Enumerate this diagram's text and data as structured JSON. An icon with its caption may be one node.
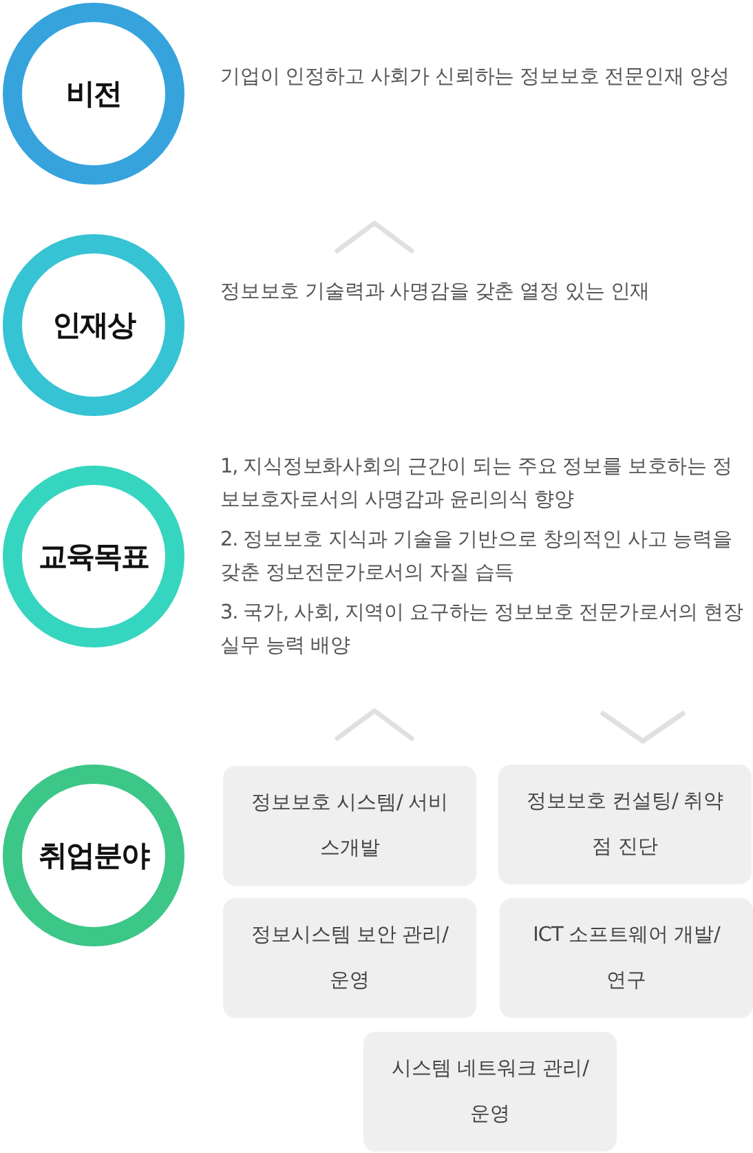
{
  "diagram": {
    "nodes": [
      {
        "text": [
          "비전"
        ],
        "beside": [
          "기업이 인정하고 사회가 신뢰하는 정보보호 전문인재 양성"
        ]
      },
      {
        "text": [
          "인재상"
        ],
        "beside": [
          "정보보호 기술력과 사명감을 갖춘 열정 있는 인재"
        ]
      },
      {
        "text": [
          "교육목표"
        ],
        "beside": [
          "1, 지식정보화사회의 근간이 되는 주요 정보를 보호하는 정보보호자로서의 사명감과 윤리의식 향양",
          "2. 정보보호 지식과 기술을 기반으로 창의적인 사고 능력을 갖춘 정보전문가로서의 자질 습득",
          "3. 국가, 사회, 지역이 요구하는 정보보호 전문가로서의 현장실무 능력 배양"
        ]
      },
      {
        "text": [
          "취업분야"
        ]
      },
      {
        "text": [
          "정보보호 시스템/ 서비스개발"
        ]
      },
      {
        "text": [
          "정보보호 컨설팅/ 취약점 진단"
        ]
      },
      {
        "text": [
          "정보시스템 보안 관리/운영"
        ]
      },
      {
        "text": [
          "ICT 소프트웨어 개발/연구"
        ]
      },
      {
        "text": [
          "시스템 네트워크 관리/운영"
        ]
      }
    ]
  }
}
